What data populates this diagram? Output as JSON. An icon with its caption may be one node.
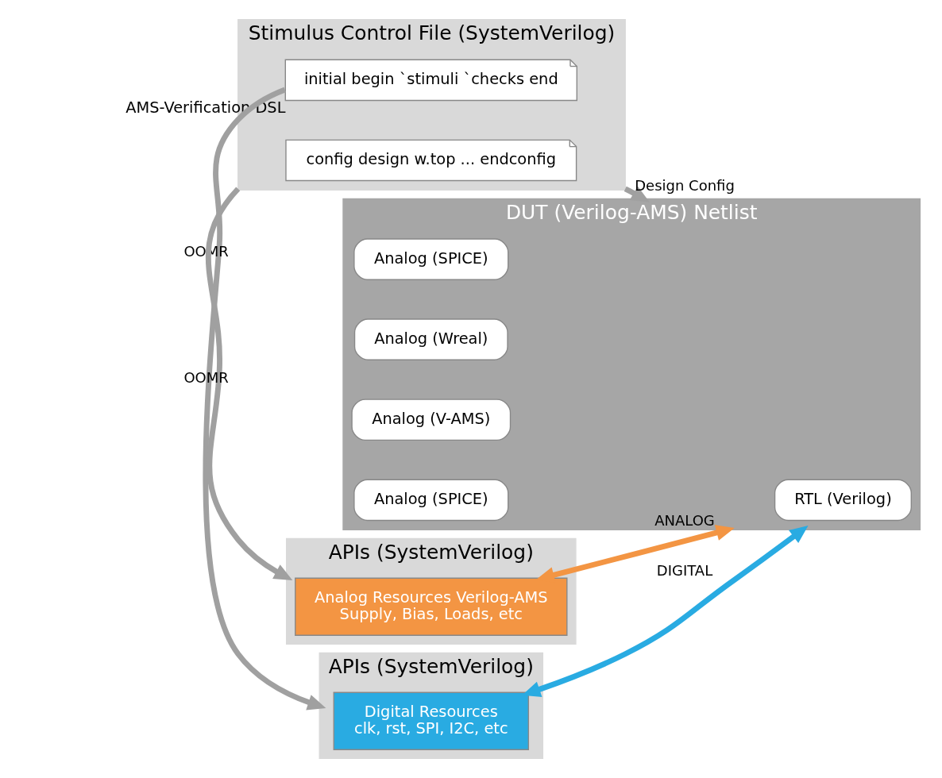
{
  "diagram": {
    "nodes": [
      {
        "text": [
          "Stimulus Control File (SystemVerilog)"
        ]
      },
      {
        "text": [
          "initial begin `stimuli `checks end"
        ],
        "in": 0,
        "beside": [
          "AMS-Verification DSL"
        ]
      },
      {
        "text": [
          "config design w.top ... endconfig"
        ],
        "in": 0
      },
      {
        "text": [
          "APIs (SystemVerilog)"
        ]
      },
      {
        "text": [
          "Analog Resources Verilog-AMS",
          "Supply, Bias, Loads, etc"
        ],
        "in": 3
      },
      {
        "text": [
          "APIs (SystemVerilog)"
        ]
      },
      {
        "text": [
          "Digital Resources",
          "clk, rst, SPI, I2C, etc"
        ],
        "in": 5
      },
      {
        "text": [
          "DUT (Verilog-AMS) Netlist"
        ]
      },
      {
        "text": [
          "Analog (SPICE)"
        ],
        "in": 7
      },
      {
        "text": [
          "Analog (Wreal)"
        ],
        "in": 7
      },
      {
        "text": [
          "RTL (Verilog)"
        ],
        "in": 7
      },
      {
        "text": [
          "Analog (V-AMS)"
        ],
        "in": 7
      },
      {
        "text": [
          "Analog (SPICE)"
        ],
        "in": 7
      }
    ],
    "edges": [
      {
        "from": 0,
        "to": 7,
        "arrow": "to",
        "label": "Design Config"
      },
      {
        "from": 0,
        "to": 3,
        "arrow": "to",
        "label": "OOMR"
      },
      {
        "from": 1,
        "to": 5,
        "arrow": "to",
        "label": "OOMR"
      },
      {
        "from": 4,
        "to": 7,
        "arrow": "both",
        "label": "ANALOG",
        "color": "#f39543"
      },
      {
        "from": 6,
        "to": 7,
        "arrow": "both",
        "label": "DIGITAL",
        "color": "#29abe2"
      }
    ]
  }
}
